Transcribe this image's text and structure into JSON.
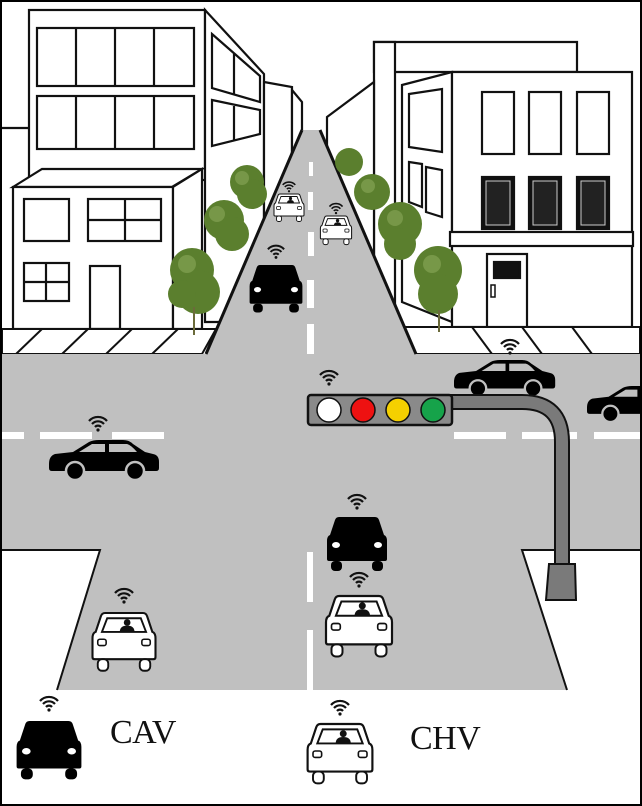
{
  "figure": {
    "type": "connected-vehicle intersection illustration",
    "background": "#ffffff",
    "road_color": "#c0c0c0",
    "lane_marking_color": "#ffffff",
    "line_color": "#111111"
  },
  "legend": {
    "items": [
      {
        "key": "cav",
        "label": "CAV",
        "icon": "black-car-with-wifi-icon",
        "fill": "#000000"
      },
      {
        "key": "chv",
        "label": "CHV",
        "icon": "white-car-with-driver-and-wifi-icon",
        "fill": "#ffffff"
      }
    ]
  },
  "traffic_light": {
    "icon": "traffic-light-with-wifi-icon",
    "housing_color": "#8a8a8a",
    "lamps": [
      {
        "name": "white",
        "color": "#ffffff"
      },
      {
        "name": "red",
        "color": "#ee1111"
      },
      {
        "name": "yellow",
        "color": "#f5d000"
      },
      {
        "name": "green",
        "color": "#16a34a"
      }
    ],
    "pole_color": "#7a7a7a"
  },
  "vehicles": [
    {
      "type": "CAV",
      "view": "rear",
      "position": "main-road-far-left-lane"
    },
    {
      "type": "CHV",
      "view": "front",
      "position": "main-road-far-left-lane-distant"
    },
    {
      "type": "CHV",
      "view": "front",
      "position": "main-road-far-right-lane"
    },
    {
      "type": "CAV",
      "view": "side",
      "position": "cross-road-left"
    },
    {
      "type": "CAV",
      "view": "side",
      "position": "cross-road-right-upper"
    },
    {
      "type": "CAV",
      "view": "side-partial",
      "position": "cross-road-right-edge"
    },
    {
      "type": "CAV",
      "view": "rear",
      "position": "main-road-near-right-lane"
    },
    {
      "type": "CHV",
      "view": "front",
      "position": "main-road-near-right-lane"
    },
    {
      "type": "CHV",
      "view": "front",
      "position": "main-road-near-left-lane"
    }
  ],
  "scenery": {
    "buildings": [
      "left-building-tall",
      "left-building-low",
      "right-building"
    ],
    "trees": 8
  }
}
